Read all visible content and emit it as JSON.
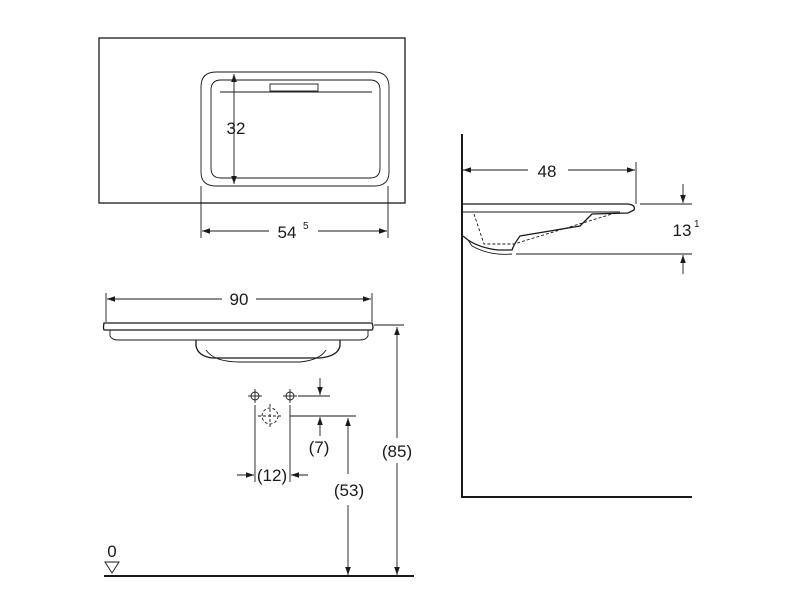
{
  "dimensions": {
    "bowl_depth_top": "32",
    "bowl_width_main": "54",
    "bowl_width_sup": "5",
    "overall_width": "90",
    "side_depth": "48",
    "side_height_main": "13",
    "side_height_sup": "1",
    "total_height": "(85)",
    "drain_height": "(53)",
    "drain_offset": "(7)",
    "drain_spacing": "(12)",
    "floor_level": "0"
  }
}
